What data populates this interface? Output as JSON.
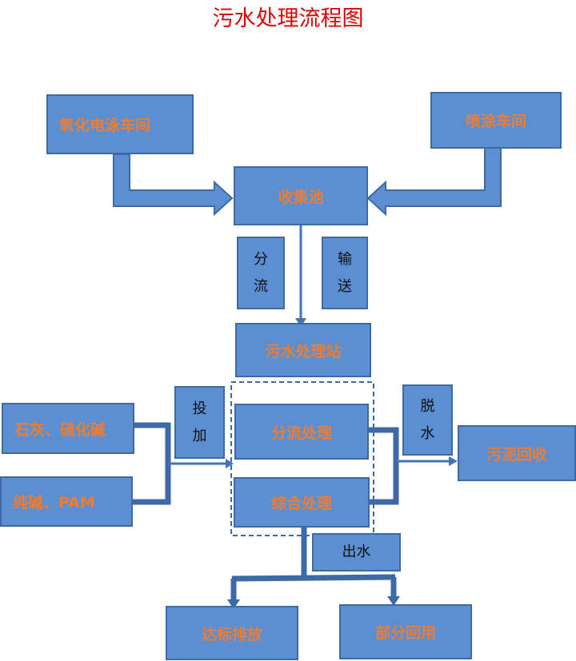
{
  "title": "污水处理流程图",
  "nodes": {
    "anodizing": "氧化电泳车间",
    "spray": "喷涂车间",
    "collection": "收集池",
    "treatment_station": "污水处理站",
    "split_treatment": "分流处理",
    "combined_treatment": "综合处理",
    "lime_alkali": "石灰、硫化碱",
    "soda_pam": "纯碱、PAM",
    "sludge_recovery": "污泥回收",
    "discharge": "达标排放",
    "partial_reuse": "部分回用"
  },
  "notes": {
    "split_flow": "分流",
    "transport": "输送",
    "dosing": "投加",
    "dewatering": "脱水",
    "outflow": "出水"
  },
  "colors": {
    "box_fill": "#5b8fd2",
    "box_border": "#3d6aa6",
    "label": "#ee7d31",
    "title": "#e00000",
    "connector": "#4274b6"
  }
}
